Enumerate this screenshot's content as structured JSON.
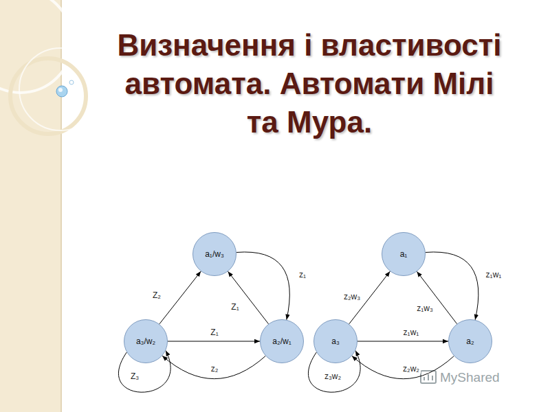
{
  "diagram": {
    "title": "Визначення і властивості автомата. Автомати Мілі та Мура.",
    "nodes": [
      {
        "text": [
          "a₁/w₃"
        ]
      },
      {
        "text": [
          "a₃/w₂"
        ]
      },
      {
        "text": [
          "a₂/w₁"
        ]
      },
      {
        "text": [
          "a₁"
        ]
      },
      {
        "text": [
          "a₃"
        ]
      },
      {
        "text": [
          "a₂"
        ]
      }
    ],
    "edges": [
      {
        "from": 1,
        "to": 0,
        "arrow": "to",
        "label": "Z₂"
      },
      {
        "from": 2,
        "to": 0,
        "arrow": "to",
        "label": "Z₁"
      },
      {
        "from": 0,
        "to": 2,
        "arrow": "to",
        "label": "z₁"
      },
      {
        "from": 1,
        "to": 2,
        "arrow": "to",
        "label": "Z₁"
      },
      {
        "from": 2,
        "to": 1,
        "arrow": "to",
        "label": "z₂"
      },
      {
        "from": 1,
        "to": 1,
        "arrow": "to",
        "label": "Z₃"
      },
      {
        "from": 4,
        "to": 3,
        "arrow": "to",
        "label": "z₂w₃"
      },
      {
        "from": 5,
        "to": 3,
        "arrow": "to",
        "label": "z₁w₃"
      },
      {
        "from": 3,
        "to": 5,
        "arrow": "to",
        "label": "z₁w₁"
      },
      {
        "from": 4,
        "to": 5,
        "arrow": "to",
        "label": "z₁w₁"
      },
      {
        "from": 5,
        "to": 4,
        "arrow": "to",
        "label": "z₂w₂"
      },
      {
        "from": 4,
        "to": 4,
        "arrow": "to",
        "label": "z₃w₂"
      }
    ],
    "labels": [
      "MyShared"
    ]
  }
}
